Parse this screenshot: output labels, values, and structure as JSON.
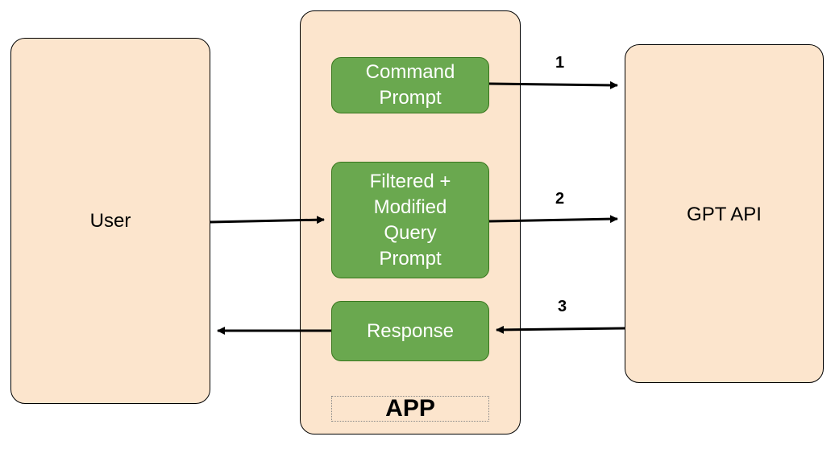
{
  "user": {
    "label": "User"
  },
  "gpt": {
    "label": "GPT API"
  },
  "app": {
    "label": "APP",
    "command_prompt": "Command\nPrompt",
    "query_prompt": "Filtered +\nModified\nQuery\nPrompt",
    "response": "Response"
  },
  "arrows": {
    "one": "1",
    "two": "2",
    "three": "3"
  },
  "colors": {
    "container_fill": "#fce5cd",
    "node_fill": "#6aa84f",
    "node_border": "#38761d"
  }
}
